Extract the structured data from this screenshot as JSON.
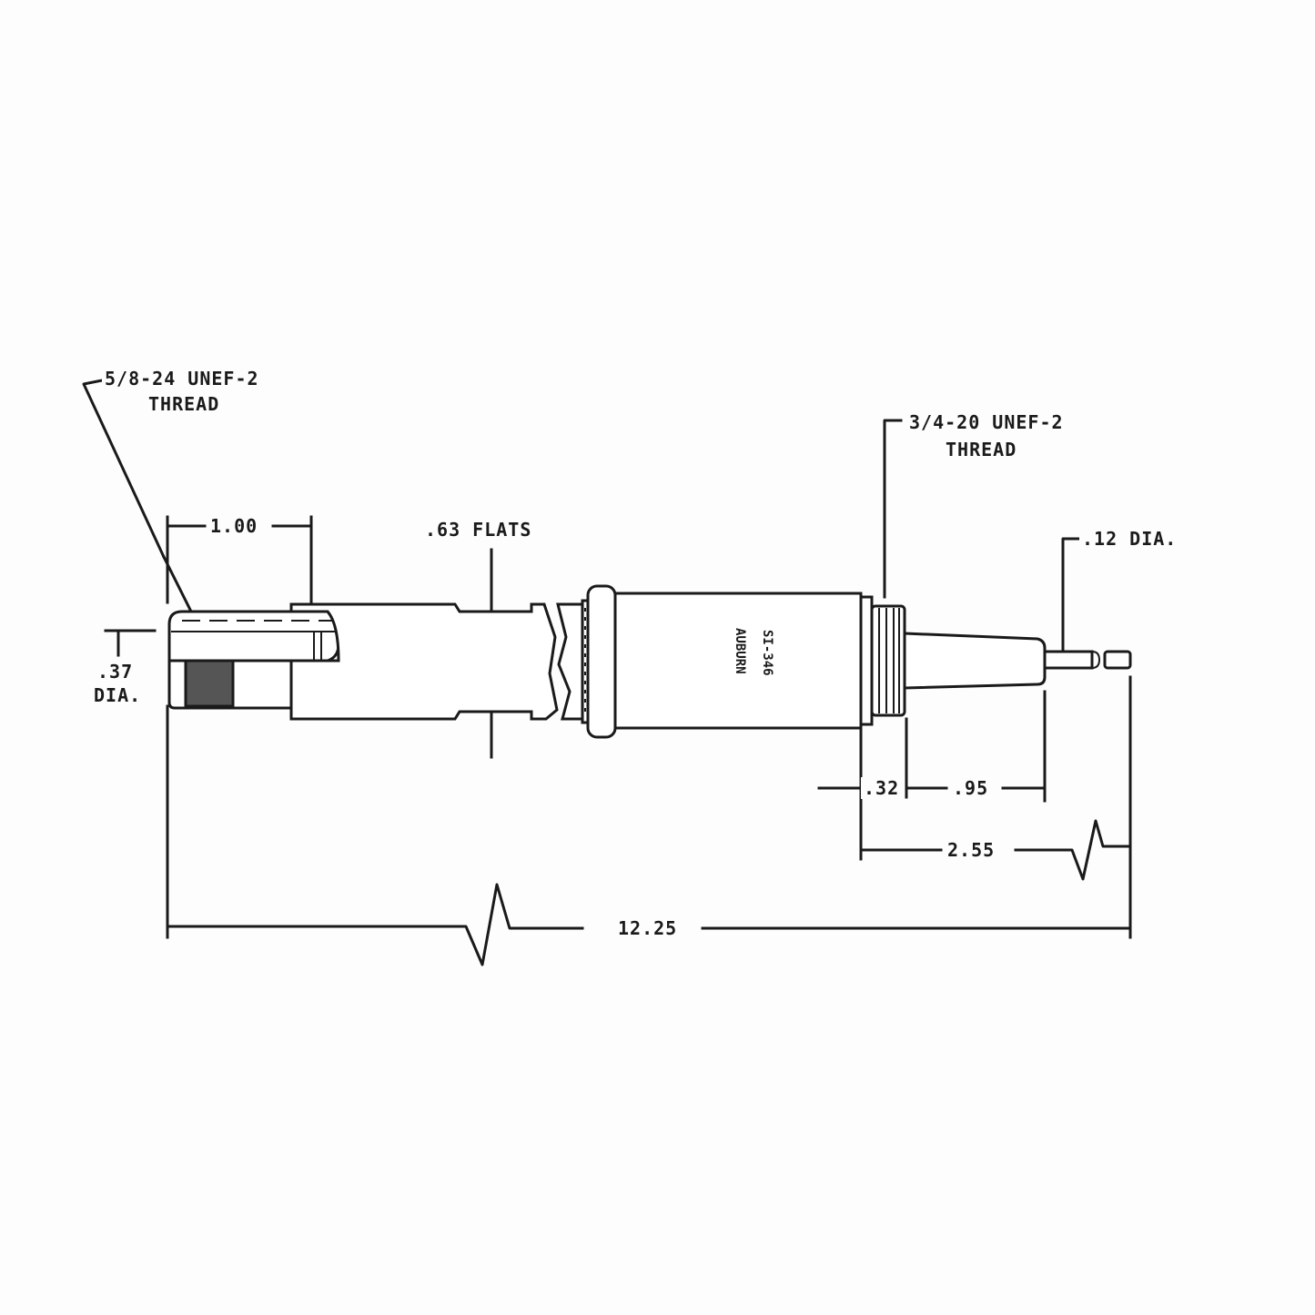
{
  "drawing": {
    "part_marking": {
      "line1": "AUBURN",
      "line2": "SI-346"
    },
    "callouts": {
      "left_thread": {
        "line1": "5/8-24 UNEF-2",
        "line2": "THREAD"
      },
      "right_thread": {
        "line1": "3/4-20 UNEF-2",
        "line2": "THREAD"
      },
      "flats": ".63 FLATS",
      "electrode_dia": ".12 DIA.",
      "tip_dia": {
        "line1": ".37",
        "line2": "DIA."
      }
    },
    "dimensions": {
      "thread_length": "1.00",
      "collar": ".32",
      "insulator": ".95",
      "electrode_ext": "2.55",
      "overall": "12.25"
    },
    "colors": {
      "ink": "#1a1a1a",
      "paper": "#fdfdfd",
      "hatch": "#555555"
    }
  }
}
